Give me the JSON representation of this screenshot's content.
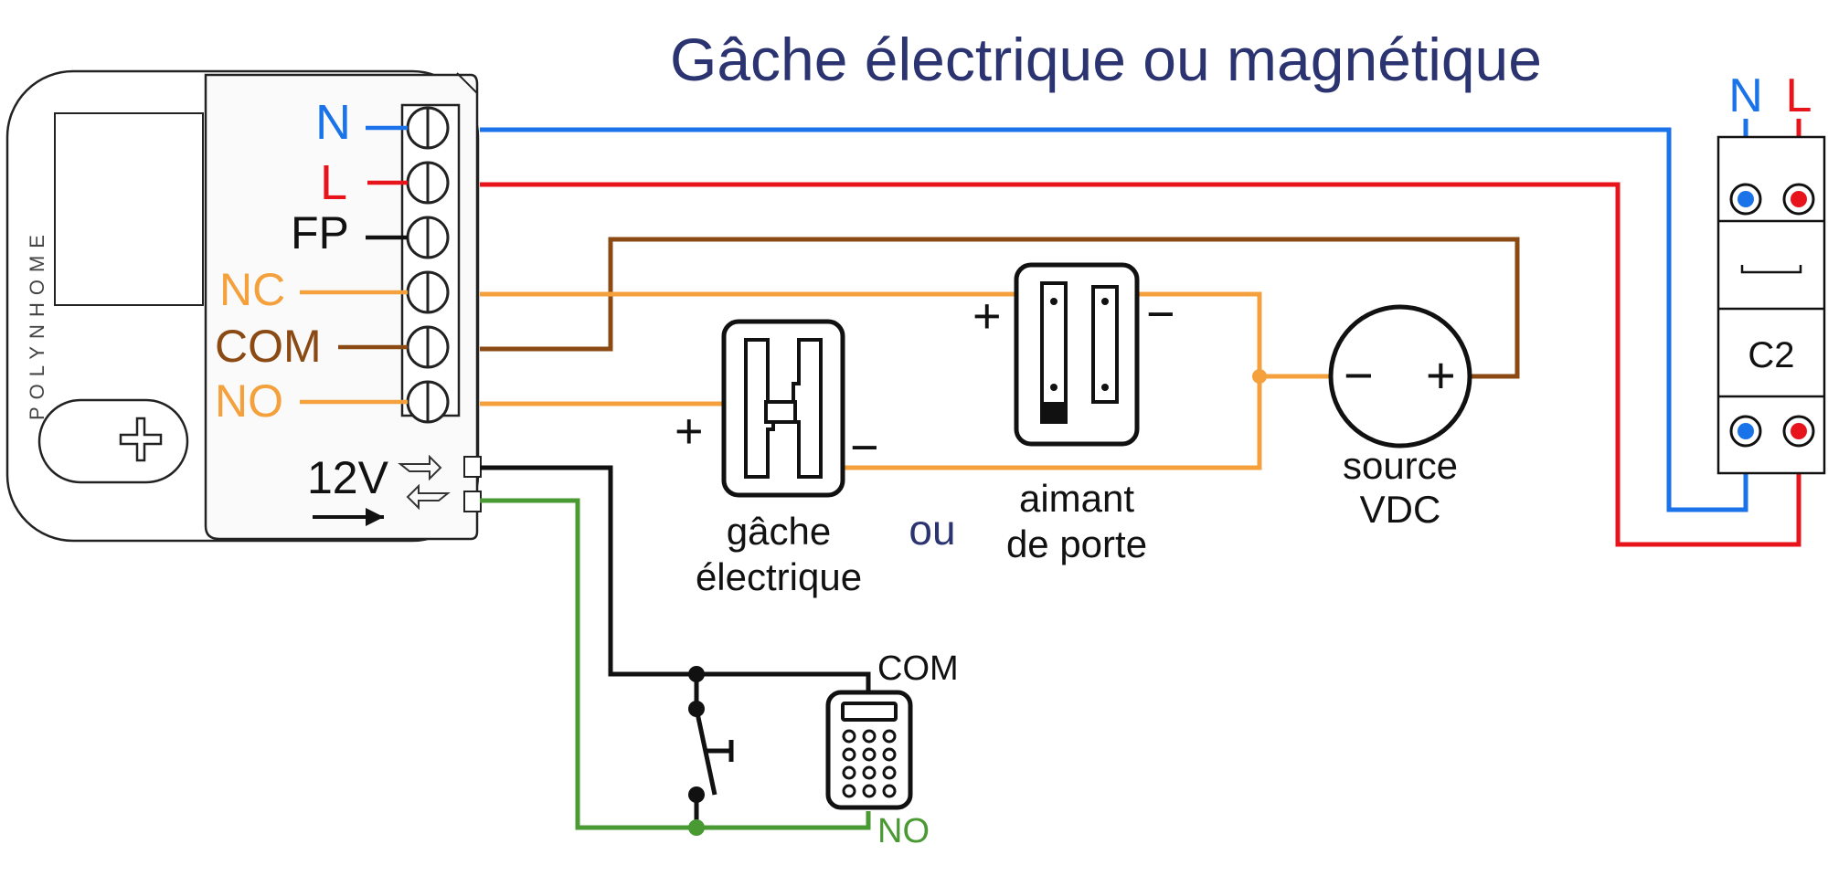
{
  "title": "Gâche électrique ou magnétique",
  "module": {
    "brand": "POLYNHOME",
    "terminals": [
      "N",
      "L",
      "FP",
      "NC",
      "COM",
      "NO"
    ],
    "input_label": "12V"
  },
  "breaker": {
    "label": "C2",
    "n_label": "N",
    "l_label": "L"
  },
  "components": {
    "strike_line1": "gâche",
    "strike_line2": "électrique",
    "or_label": "ou",
    "magnet_line1": "aimant",
    "magnet_line2": "de porte",
    "source_line1": "source",
    "source_line2": "VDC",
    "plus": "+",
    "minus": "−",
    "keypad_com": "COM",
    "keypad_no": "NO"
  },
  "colors": {
    "neutral": "#1a73e8",
    "live": "#e8141b",
    "nc": "#f4a03c",
    "com": "#8b4a14",
    "no": "#f4a03c",
    "fp": "#111111",
    "input_no": "#4a9a34",
    "title": "#2b3470"
  }
}
